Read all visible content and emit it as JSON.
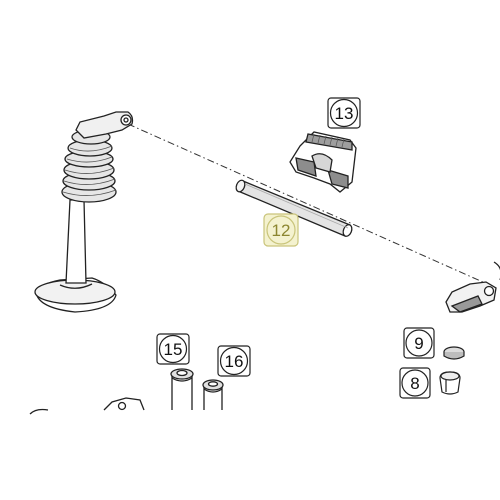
{
  "callouts": [
    {
      "id": "13",
      "label": "13",
      "highlighted": false
    },
    {
      "id": "12",
      "label": "12",
      "highlighted": true
    },
    {
      "id": "15",
      "label": "15",
      "highlighted": false
    },
    {
      "id": "16",
      "label": "16",
      "highlighted": false
    },
    {
      "id": "9",
      "label": "9",
      "highlighted": false
    },
    {
      "id": "8",
      "label": "8",
      "highlighted": false
    }
  ],
  "colors": {
    "line": "#222222",
    "part_fill": "#ffffff",
    "shade": "#d9d9d9",
    "shade_dark": "#9a9a9a",
    "highlight_fill": "#f4f2cf",
    "highlight_stroke": "#c9c47a"
  }
}
